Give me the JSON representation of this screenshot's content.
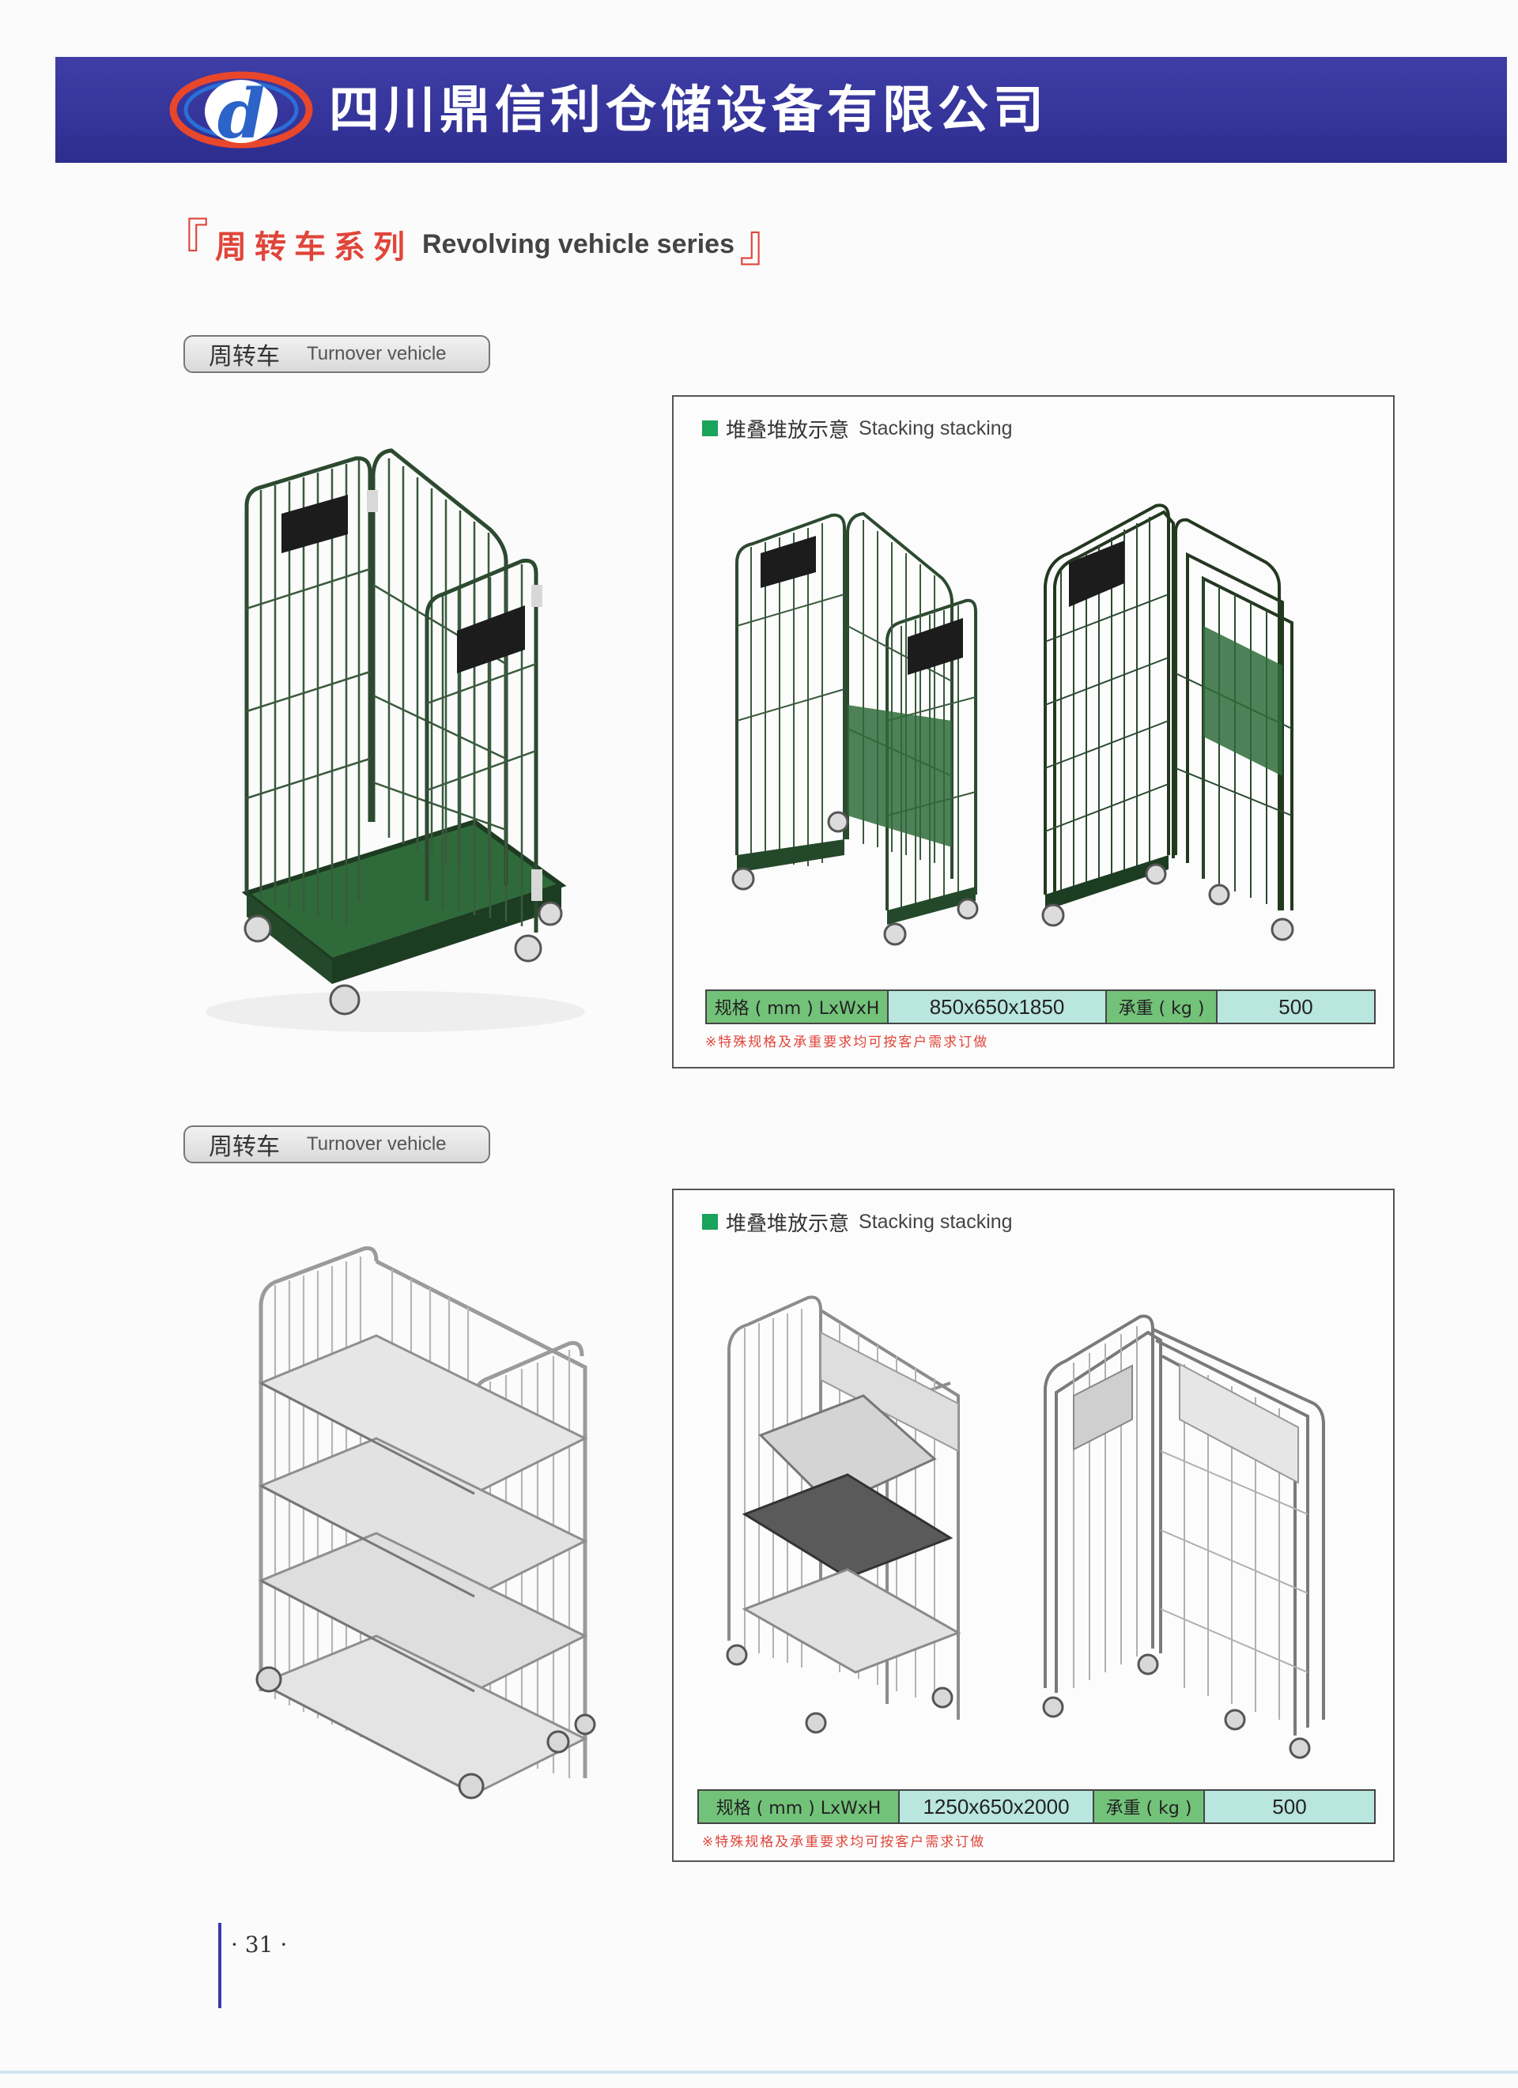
{
  "header": {
    "logo_letter": "d",
    "company_name": "四川鼎信利仓储设备有限公司",
    "band_color": "#34349a"
  },
  "series": {
    "bracket_open": "『",
    "title_cn": "周转车系列",
    "title_en": "Revolving vehicle series",
    "bracket_close": "』",
    "accent_color": "#e0453a"
  },
  "products": [
    {
      "tag_cn": "周转车",
      "tag_en": "Turnover vehicle",
      "stack_label_cn": "堆叠堆放示意",
      "stack_label_en": "Stacking stacking",
      "spec_label": "规格 ( mm ) LxWxH",
      "spec_value": "850x650x1850",
      "load_label": "承重 ( kg )",
      "load_value": "500",
      "note": "※特殊规格及承重要求均可按客户需求订做",
      "cart_color": "green"
    },
    {
      "tag_cn": "周转车",
      "tag_en": "Turnover vehicle",
      "stack_label_cn": "堆叠堆放示意",
      "stack_label_en": "Stacking stacking",
      "spec_label": "规格 ( mm ) LxWxH",
      "spec_value": "1250x650x2000",
      "load_label": "承重 ( kg )",
      "load_value": "500",
      "note": "※特殊规格及承重要求均可按客户需求订做",
      "cart_color": "silver"
    }
  ],
  "page": {
    "number": "· 31 ·"
  }
}
